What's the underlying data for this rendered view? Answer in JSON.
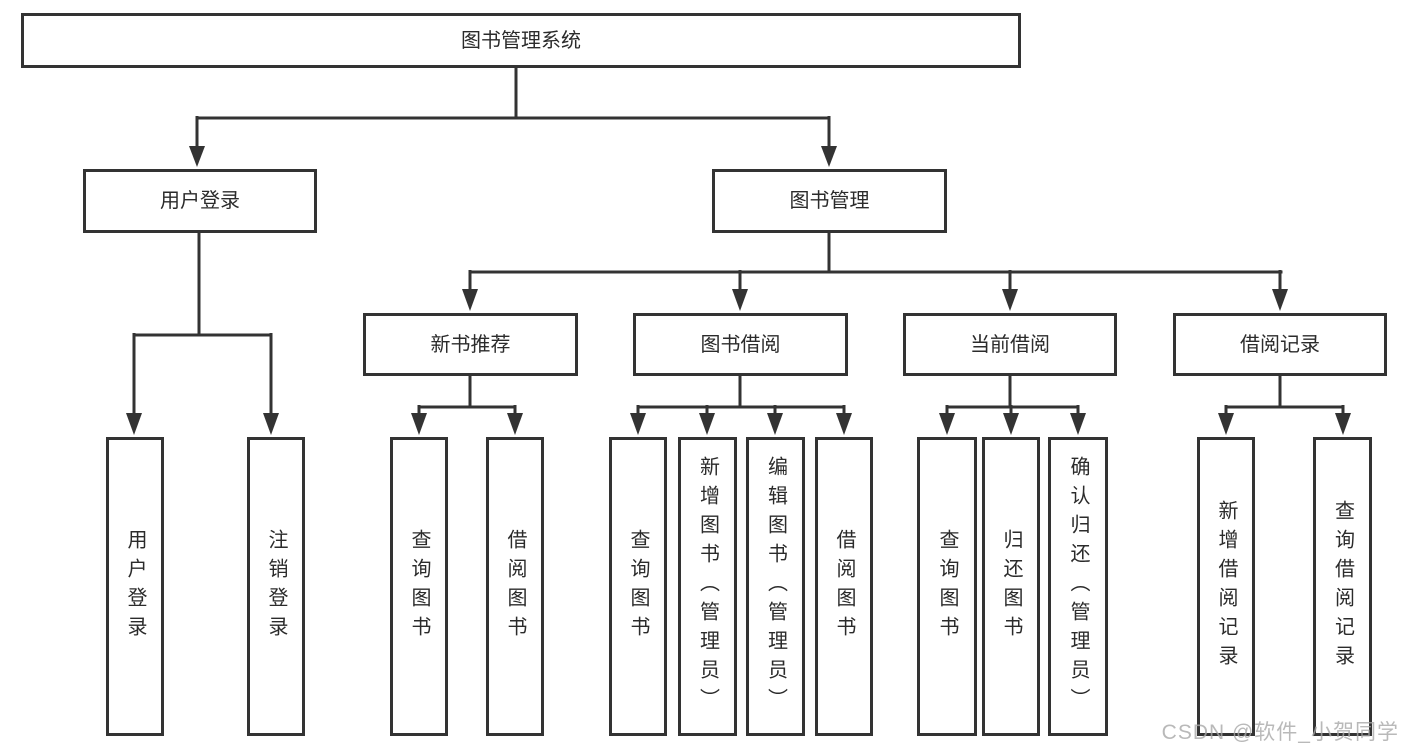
{
  "tree": {
    "root": {
      "label": "图书管理系统"
    },
    "branches": [
      {
        "label": "用户登录",
        "leaves": [
          {
            "label": "用户登录"
          },
          {
            "label": "注销登录"
          }
        ]
      },
      {
        "label": "图书管理",
        "groups": [
          {
            "label": "新书推荐",
            "leaves": [
              {
                "label": "查询图书"
              },
              {
                "label": "借阅图书"
              }
            ]
          },
          {
            "label": "图书借阅",
            "leaves": [
              {
                "label": "查询图书"
              },
              {
                "label": "新增图书（管理员）"
              },
              {
                "label": "编辑图书（管理员）"
              },
              {
                "label": "借阅图书"
              }
            ]
          },
          {
            "label": "当前借阅",
            "leaves": [
              {
                "label": "查询图书"
              },
              {
                "label": "归还图书"
              },
              {
                "label": "确认归还（管理员）"
              }
            ]
          },
          {
            "label": "借阅记录",
            "leaves": [
              {
                "label": "新增借阅记录"
              },
              {
                "label": "查询借阅记录"
              }
            ]
          }
        ]
      }
    ]
  },
  "watermark": {
    "text": "CSDN @软件_小贺同学"
  },
  "colors": {
    "line": "#333333",
    "text": "#2b2b2b",
    "background": "#ffffff",
    "watermark": "#a8a8a8"
  }
}
